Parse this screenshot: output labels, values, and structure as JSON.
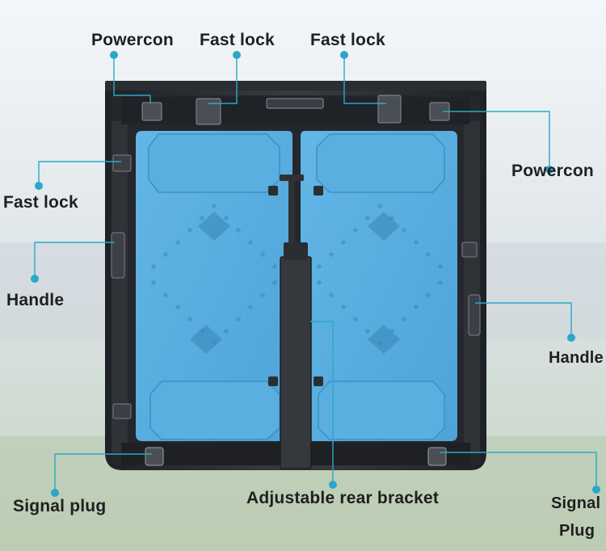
{
  "diagram": {
    "labels": {
      "powercon_top": "Powercon",
      "fast_lock_left": "Fast lock",
      "fast_lock_right": "Fast lock",
      "powercon_right": "Powercon",
      "fast_lock_side": "Fast lock",
      "handle_left": "Handle",
      "handle_right": "Handle",
      "signal_plug_left": "Signal plug",
      "adjustable_rear_bracket": "Adjustable rear bracket",
      "signal_right_line1": "Signal",
      "signal_right_line2": "Plug"
    },
    "colors": {
      "leader_line": "#2aa8c9",
      "panel_blue": "#5aaee0",
      "panel_blue_dark": "#3f95cc",
      "frame": "#2b2e33",
      "bracket": "#33363b"
    }
  }
}
